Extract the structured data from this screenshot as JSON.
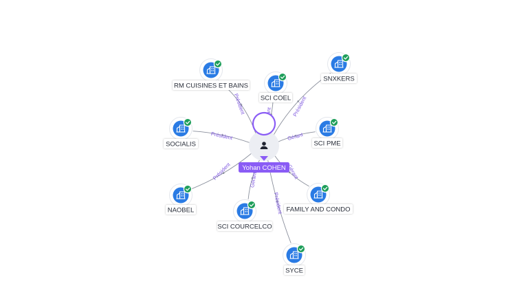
{
  "diagram": {
    "center": {
      "id": "person",
      "label": "Yohan COHEN",
      "icon": "person-icon"
    },
    "nodes": [
      {
        "id": "rm",
        "label": "RM CUISINES ET BAINS",
        "icon": "building-icon",
        "verified": true,
        "relation": "Président"
      },
      {
        "id": "coel",
        "label": "SCI COEL",
        "icon": "building-icon",
        "verified": true,
        "relation": "Gérant"
      },
      {
        "id": "snxkers",
        "label": "SNXKERS",
        "icon": "building-icon",
        "verified": true,
        "relation": "Président"
      },
      {
        "id": "socialis",
        "label": "SOCIALIS",
        "icon": "building-icon",
        "verified": true,
        "relation": "Président"
      },
      {
        "id": "scipme",
        "label": "SCI PME",
        "icon": "building-icon",
        "verified": true,
        "relation": "Gérant"
      },
      {
        "id": "naobel",
        "label": "NAOBEL",
        "icon": "building-icon",
        "verified": true,
        "relation": "Président"
      },
      {
        "id": "family",
        "label": "FAMILY AND CONDO",
        "icon": "building-icon",
        "verified": true,
        "relation": "Gérant"
      },
      {
        "id": "courcelco",
        "label": "SCI COURCELCO",
        "icon": "building-icon",
        "verified": true,
        "relation": "Gérant"
      },
      {
        "id": "syce",
        "label": "SYCE",
        "icon": "building-icon",
        "verified": true,
        "relation": "Président"
      }
    ],
    "colors": {
      "company_node": "#2a7be4",
      "verified_badge": "#1e9e5a",
      "person_accent": "#8a5cf5",
      "relation_label": "#7e57e0",
      "edge": "#8a8f9c"
    }
  }
}
